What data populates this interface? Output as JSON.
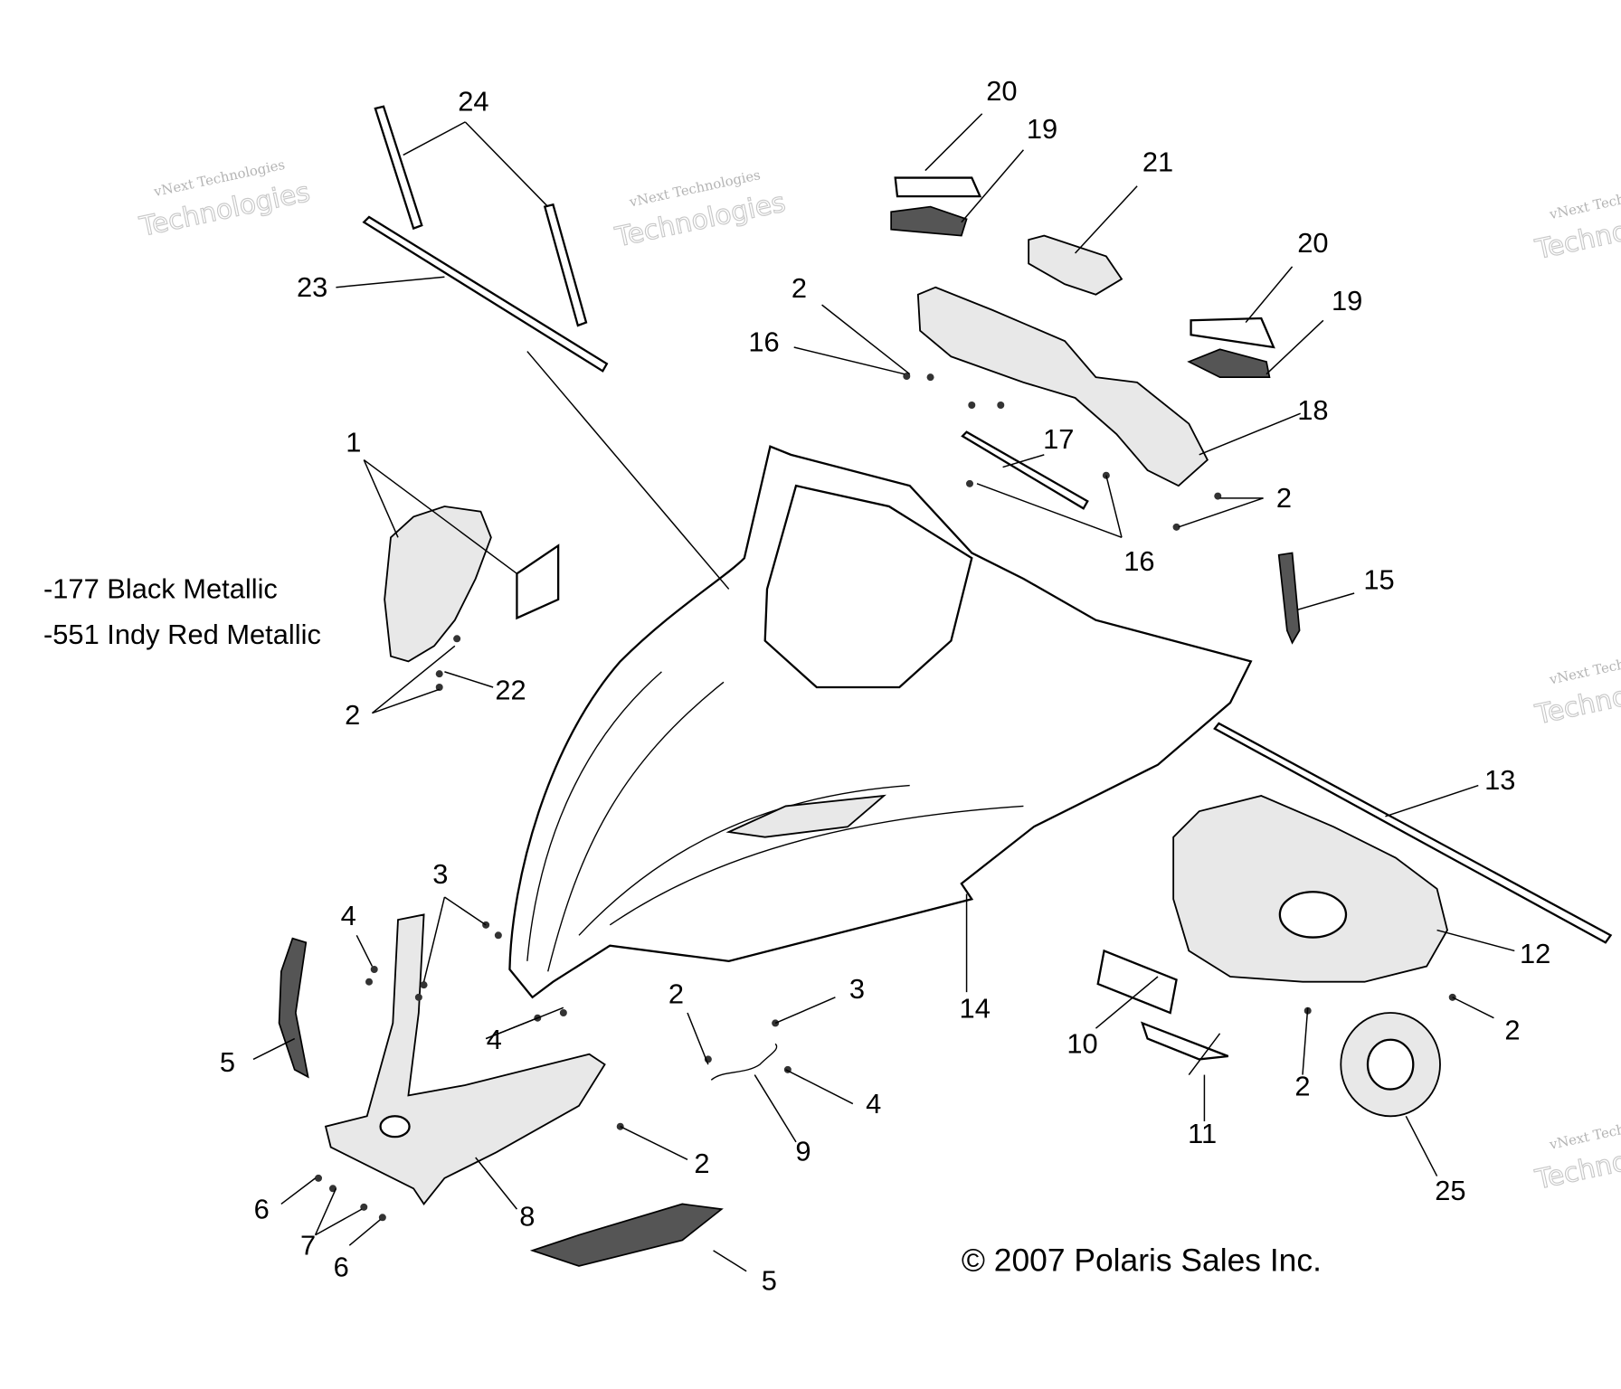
{
  "diagram": {
    "callouts": [
      "24",
      "23",
      "20",
      "19",
      "21",
      "20",
      "19",
      "2",
      "16",
      "18",
      "17",
      "2",
      "16",
      "15",
      "1",
      "2",
      "22",
      "13",
      "12",
      "14",
      "3",
      "4",
      "5",
      "4",
      "2",
      "3",
      "4",
      "9",
      "2",
      "8",
      "6",
      "7",
      "6",
      "5",
      "10",
      "11",
      "2",
      "2",
      "25"
    ],
    "color_notes": [
      "-177 Black Metallic",
      "-551 Indy Red Metallic"
    ],
    "copyright": "© 2007 Polaris Sales Inc.",
    "watermark": {
      "line1": "vNext Technologies",
      "line2": "Technologies"
    }
  }
}
